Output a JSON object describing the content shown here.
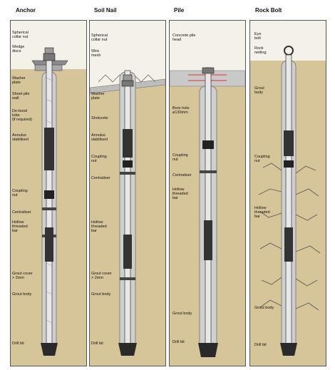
{
  "panels": [
    {
      "key": "anchor",
      "title": "Anchor",
      "labels": [
        {
          "id": "spherical-collar-nut",
          "text": "Spherical\ncollar nut"
        },
        {
          "id": "wedge-discs",
          "text": "Wedge\ndiscs"
        },
        {
          "id": "washer-plate",
          "text": "Washer\nplate"
        },
        {
          "id": "sheet-pile-wall",
          "text": "Sheet pile\nwall"
        },
        {
          "id": "de-bond-tube",
          "text": "De-bond\ntube\n(if required)"
        },
        {
          "id": "annulus-stabilised",
          "text": "Annulus\nstabilised"
        },
        {
          "id": "coupling-nut",
          "text": "Coupling\nnut"
        },
        {
          "id": "centraliser",
          "text": "Centraliser"
        },
        {
          "id": "hollow-threaded-bar",
          "text": "Hollow\nthreaded\nbar"
        },
        {
          "id": "grout-cover",
          "text": "Grout cover\n> 2mm"
        },
        {
          "id": "grout-body",
          "text": "Grout body"
        },
        {
          "id": "drill-bit",
          "text": "Drill bit"
        }
      ]
    },
    {
      "key": "soil-nail",
      "title": "Soil Nail",
      "labels": [
        {
          "id": "spherical-collar-nut",
          "text": "Spherical\ncollar nut"
        },
        {
          "id": "wire-mesh",
          "text": "Wire\nmesh"
        },
        {
          "id": "washer-plate",
          "text": "Washer\nplate"
        },
        {
          "id": "shotcrete",
          "text": "Shotcrete"
        },
        {
          "id": "annulus-stabilised",
          "text": "Annulus\nstabilised"
        },
        {
          "id": "coupling-nut",
          "text": "Coupling\nnut"
        },
        {
          "id": "centraliser",
          "text": "Centraliser"
        },
        {
          "id": "hollow-threaded-bar",
          "text": "Hollow\nthreaded\nbar"
        },
        {
          "id": "grout-cover",
          "text": "Grout cover\n> 2mm"
        },
        {
          "id": "grout-body",
          "text": "Grout body"
        },
        {
          "id": "drill-bit",
          "text": "Drill bit"
        }
      ]
    },
    {
      "key": "pile",
      "title": "Pile",
      "labels": [
        {
          "id": "concrete-pile-head",
          "text": "Concrete pile\nhead"
        },
        {
          "id": "bore-hole",
          "text": "Bore hole\nø130mm"
        },
        {
          "id": "coupling-nut",
          "text": "Coupling\nnut"
        },
        {
          "id": "centraliser",
          "text": "Centraliser"
        },
        {
          "id": "hollow-threaded-bar",
          "text": "Hollow\nthreaded\nbar"
        },
        {
          "id": "grout-body",
          "text": "Grout body"
        },
        {
          "id": "drill-bit",
          "text": "Drill bit"
        }
      ]
    },
    {
      "key": "rock-bolt",
      "title": "Rock Bolt",
      "labels": [
        {
          "id": "eye-bolt",
          "text": "Eye\nbolt"
        },
        {
          "id": "rock-netting",
          "text": "Rock\nnetting"
        },
        {
          "id": "grout-body-top",
          "text": "Grout\nbody"
        },
        {
          "id": "coupling-nut",
          "text": "Coupling\nnut"
        },
        {
          "id": "hollow-threaded-bar",
          "text": "Hollow\nthreaded\nbar"
        },
        {
          "id": "grout-body",
          "text": "Grout body"
        },
        {
          "id": "drill-bit",
          "text": "Drill bit"
        }
      ]
    }
  ]
}
